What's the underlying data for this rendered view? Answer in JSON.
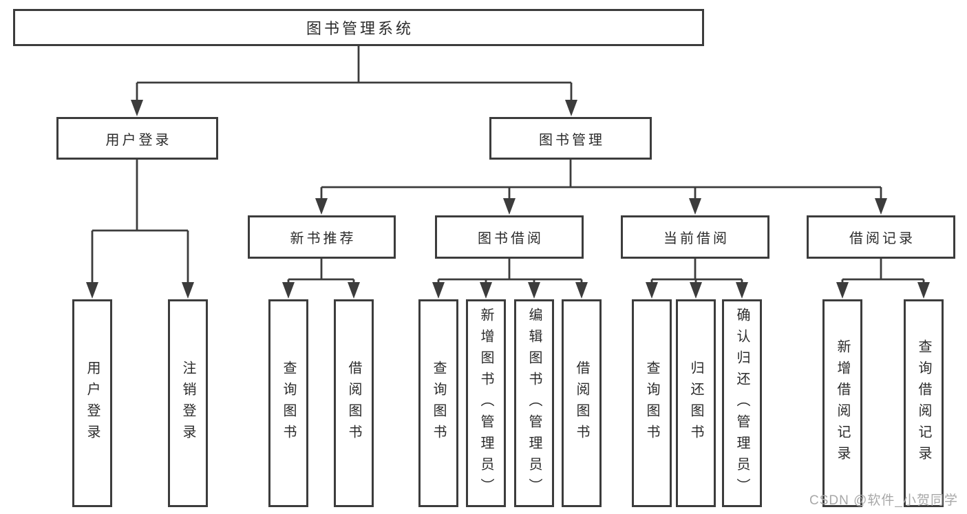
{
  "diagram": {
    "title": "图书管理系统",
    "tree": {
      "label": "图书管理系统",
      "children": [
        {
          "label": "用户登录",
          "children": [
            {
              "label": "用户登录"
            },
            {
              "label": "注销登录"
            }
          ]
        },
        {
          "label": "图书管理",
          "children": [
            {
              "label": "新书推荐",
              "children": [
                {
                  "label": "查询图书"
                },
                {
                  "label": "借阅图书"
                }
              ]
            },
            {
              "label": "图书借阅",
              "children": [
                {
                  "label": "查询图书"
                },
                {
                  "label": "新增图书（管理员）"
                },
                {
                  "label": "编辑图书（管理员）"
                },
                {
                  "label": "借阅图书"
                }
              ]
            },
            {
              "label": "当前借阅",
              "children": [
                {
                  "label": "查询图书"
                },
                {
                  "label": "归还图书"
                },
                {
                  "label": "确认归还（管理员）"
                }
              ]
            },
            {
              "label": "借阅记录",
              "children": [
                {
                  "label": "新增借阅记录"
                },
                {
                  "label": "查询借阅记录"
                }
              ]
            }
          ]
        }
      ]
    },
    "colors": {
      "line": "#3c3c3c",
      "text": "#2b2b2b",
      "box_background": "#ffffff",
      "watermark": "#a8a8a8"
    }
  },
  "watermark": "CSDN @软件_小贺同学"
}
